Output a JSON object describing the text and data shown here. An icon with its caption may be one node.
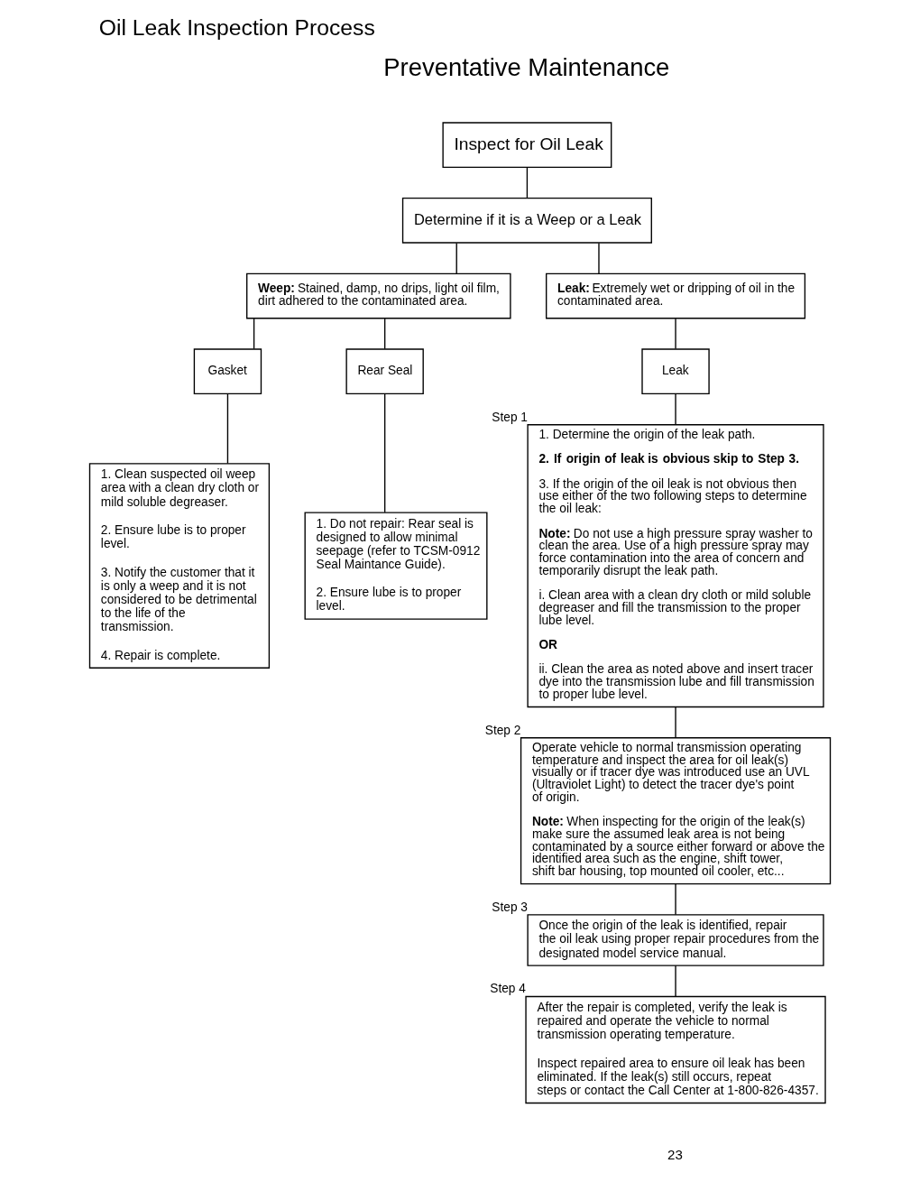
{
  "diagram": {
    "title": "Oil Leak Inspection Process",
    "nodes": [
      {
        "text": [
          "Inspect for Oil Leak"
        ]
      },
      {
        "text": [
          "Determine if it is a Weep or a Leak"
        ]
      },
      {
        "text": [
          "**Weep:** Stained, damp, no drips, light oil film, dirt adhered to the contaminated area."
        ]
      },
      {
        "text": [
          "**Leak:** Extremely wet or dripping of oil in the contaminated area."
        ]
      },
      {
        "text": [
          "Gasket"
        ]
      },
      {
        "text": [
          "Rear Seal"
        ]
      },
      {
        "text": [
          "Leak"
        ]
      },
      {
        "text": [
          "1. Clean suspected oil weep area with a clean dry cloth or mild soluble degreaser.",
          "2. Ensure lube is to proper level.",
          "3. Notify the customer that it is only a weep and it is not considered to be detrimental to the life of the transmission.",
          "4. Repair is complete."
        ]
      },
      {
        "text": [
          "1. Do not repair: Rear seal is designed to allow minimal seepage (refer to TCSM-0912 Seal Maintance Guide).",
          "2. Ensure lube is to proper level."
        ]
      },
      {
        "text": [
          "1. Determine the origin of the leak path.",
          "**2. If origin of leak is obvious skip to Step 3.**",
          "3. If the origin of the oil leak is not obvious then use either of the two following steps to determine the oil leak:",
          "**Note:** Do not use a high pressure spray washer to clean the area. Use of a high pressure spray may force contamination into the area of concern and temporarily disrupt the leak path.",
          "i. Clean area with a clean dry cloth or mild soluble degreaser and fill the transmission to the proper lube level.",
          "**OR**",
          "ii. Clean the area as noted above and insert tracer dye into the transmission lube and fill transmission to proper lube level."
        ],
        "beside": [
          "Step 1"
        ]
      },
      {
        "text": [
          "Operate vehicle to normal transmission operating temperature and inspect the area for oil leak(s) visually or if tracer dye was introduced use an UVL (Ultraviolet Light) to detect the tracer dye's point of origin.",
          "**Note:** When inspecting for the origin of the leak(s) make sure the assumed leak area is not being contaminated by a source either forward or above the identified area such as the engine, shift tower, shift bar housing, top mounted oil cooler, etc..."
        ],
        "beside": [
          "Step 2"
        ]
      },
      {
        "text": [
          "Once the origin of the leak is identified, repair the oil leak using proper repair procedures from the designated model service manual."
        ],
        "beside": [
          "Step 3"
        ]
      },
      {
        "text": [
          "After the repair is completed, verify the leak is repaired and operate the vehicle to normal transmission operating temperature.",
          "Inspect repaired area to ensure oil leak has been eliminated. If the leak(s) still occurs, repeat steps or contact the Call Center at 1-800-826-4357."
        ],
        "beside": [
          "Step 4"
        ]
      }
    ],
    "edges": [
      {
        "from": 0,
        "to": 1,
        "arrow": "none"
      },
      {
        "from": 1,
        "to": 2,
        "arrow": "none"
      },
      {
        "from": 1,
        "to": 3,
        "arrow": "none"
      },
      {
        "from": 2,
        "to": 4,
        "arrow": "none"
      },
      {
        "from": 2,
        "to": 5,
        "arrow": "none"
      },
      {
        "from": 3,
        "to": 6,
        "arrow": "none"
      },
      {
        "from": 4,
        "to": 7,
        "arrow": "none"
      },
      {
        "from": 5,
        "to": 8,
        "arrow": "none"
      },
      {
        "from": 6,
        "to": 9,
        "arrow": "none"
      },
      {
        "from": 9,
        "to": 10,
        "arrow": "none"
      },
      {
        "from": 10,
        "to": 11,
        "arrow": "none"
      },
      {
        "from": 11,
        "to": 12,
        "arrow": "none"
      }
    ],
    "labels": [
      "Preventative Maintenance",
      "23"
    ]
  }
}
